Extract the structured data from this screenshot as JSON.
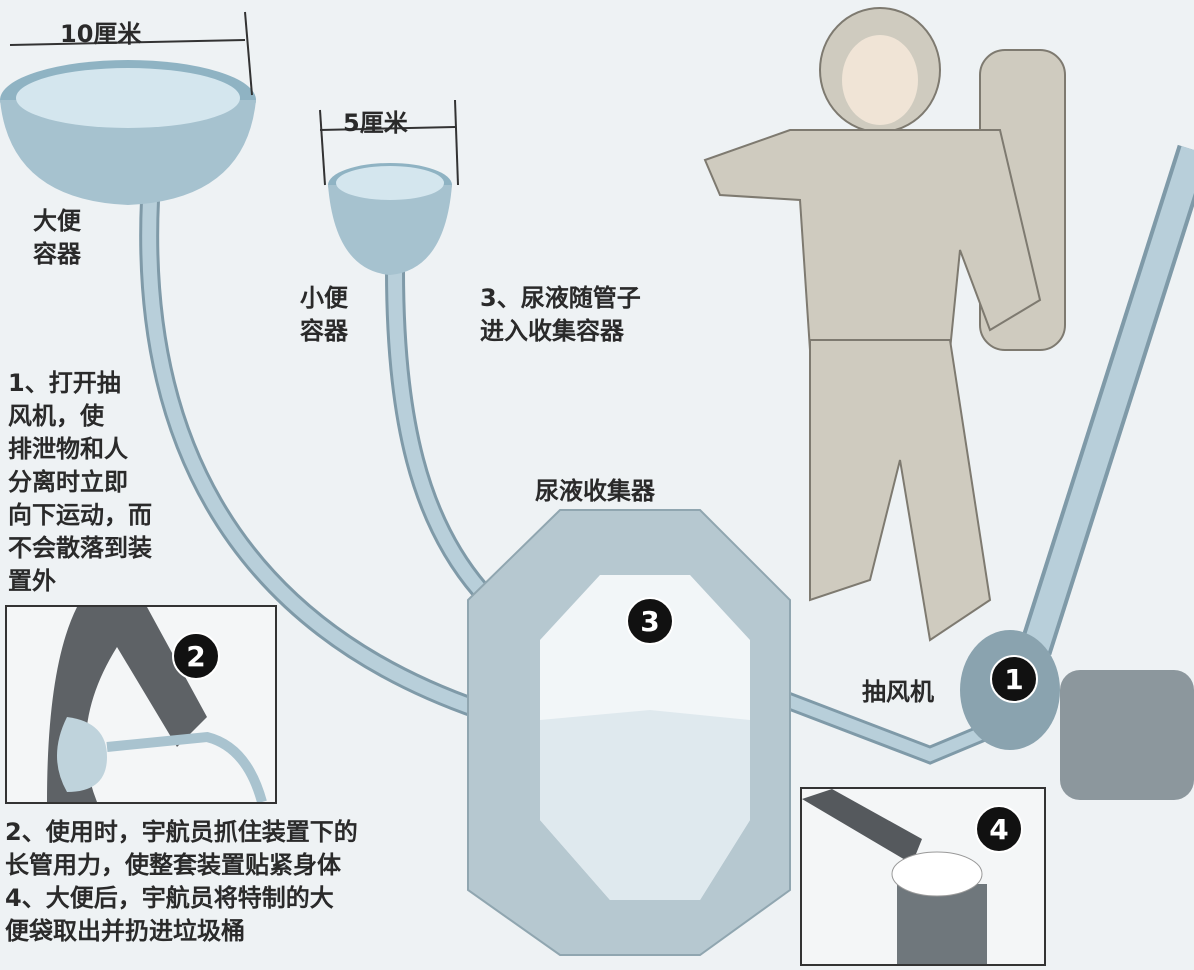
{
  "dimensions": {
    "large": "10厘米",
    "small": "5厘米"
  },
  "labels": {
    "feces_container": "大便\n容器",
    "urine_container": "小便\n容器",
    "urine_collector": "尿液收集器",
    "fan": "抽风机"
  },
  "steps": [
    {
      "number": "1",
      "text": "1、打开抽\n风机，使\n排泄物和人\n分离时立即\n向下运动，而\n不会散落到装\n置外"
    },
    {
      "number": "2",
      "text": "2、使用时，宇航员抓住装置下的\n长管用力，使整套装置贴紧身体"
    },
    {
      "number": "3",
      "text": "3、尿液随管子\n进入收集容器"
    },
    {
      "number": "4",
      "text": "4、大便后，宇航员将特制的大\n便袋取出并扔进垃圾桶"
    }
  ],
  "colors": {
    "tube": "#a9c3cf",
    "device": "#c5d3da",
    "background": "#eef2f4"
  }
}
